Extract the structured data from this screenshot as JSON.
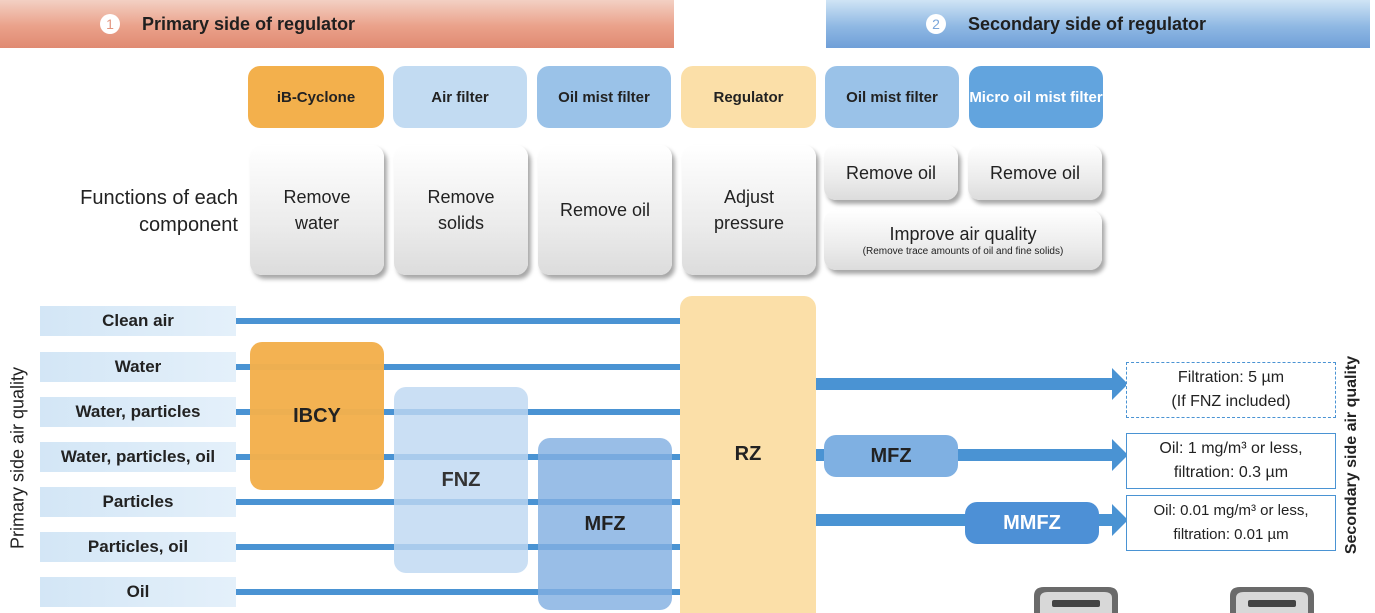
{
  "banners": {
    "primary": {
      "number": "1",
      "label": "Primary side of regulator"
    },
    "secondary": {
      "number": "2",
      "label": "Secondary side of regulator"
    }
  },
  "components": [
    {
      "label": "iB-Cyclone",
      "color": "#f3b04c"
    },
    {
      "label": "Air filter",
      "color": "#c2dbf2"
    },
    {
      "label": "Oil mist filter",
      "color": "#9ac2e8"
    },
    {
      "label": "Regulator",
      "color": "#fbdfa8"
    },
    {
      "label": "Oil mist filter",
      "color": "#9ac2e8"
    },
    {
      "label": "Micro oil mist filter",
      "color": "#62a4de"
    }
  ],
  "functions": {
    "heading": "Functions of each component",
    "items": [
      "Remove water",
      "Remove solids",
      "Remove oil",
      "Adjust pressure",
      "Remove oil",
      "Remove oil"
    ],
    "improve": {
      "title": "Improve air quality",
      "subtitle": "(Remove trace amounts of oil and fine solids)"
    }
  },
  "primary_axis_label": "Primary side air quality",
  "secondary_axis_label": "Secondary side air quality",
  "rows": [
    "Clean air",
    "Water",
    "Water, particles",
    "Water, particles, oil",
    "Particles",
    "Particles, oil",
    "Oil"
  ],
  "blocks": {
    "ibcy": "IBCY",
    "fnz": "FNZ",
    "mfz": "MFZ",
    "rz": "RZ",
    "mfz2": "MFZ",
    "mmfz": "MMFZ"
  },
  "outputs": {
    "out1": {
      "line1": "Filtration: 5 µm",
      "line2": "(If FNZ included)"
    },
    "out2": {
      "line1": "Oil: 1 mg/m³ or less,",
      "line2": "filtration: 0.3 µm"
    },
    "out3": {
      "line1": "Oil: 0.01 mg/m³ or less,",
      "line2": "filtration: 0.01 µm"
    }
  },
  "colors": {
    "flow_line": "#4a93d3",
    "row_label_bg": "#d3e6f6",
    "output_border": "#4a93d3"
  }
}
